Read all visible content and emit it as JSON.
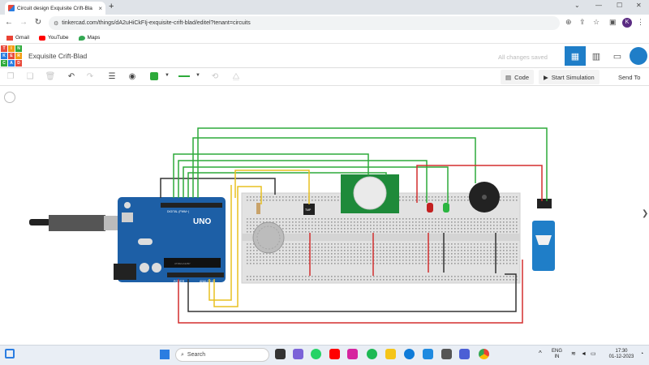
{
  "browser": {
    "tab_title": "Circuit design Exquisite Crift-Bla",
    "new_tab": "+",
    "url": "tinkercad.com/things/dA2uHiCkFIj-exquisite-crift-blad/editel?tenant=circuits",
    "avatar_letter": "K",
    "bookmarks": [
      {
        "label": "Gmail",
        "color": "#ea4335"
      },
      {
        "label": "YouTube",
        "color": "#ff0000"
      },
      {
        "label": "Maps",
        "color": "#34a853"
      }
    ]
  },
  "app": {
    "logo_letters": [
      "T",
      "I",
      "N",
      "K",
      "E",
      "R",
      "C",
      "A",
      "D"
    ],
    "logo_colors": [
      "#e84a3c",
      "#f39c12",
      "#2daa3a",
      "#2a7de1",
      "#e84a3c",
      "#f39c12",
      "#2daa3a",
      "#2a7de1",
      "#e84a3c"
    ],
    "design_name": "Exquisite Crift-Blad",
    "save_status": "All changes saved",
    "accent": "#1f7ec8"
  },
  "toolbar": {
    "code_label": "Code",
    "start_sim_label": "Start Simulation",
    "send_to_label": "Send To",
    "fill_color": "#2daa3a"
  },
  "board": {
    "brand": "UNO",
    "digital_label": "DIGITAL (PWM~)",
    "power_label": "POWER",
    "analog_label": "ANALOG IN",
    "ic_label": "ATMEGA328P",
    "tmp_label": "TMP"
  },
  "taskbar": {
    "search_placeholder": "Search",
    "lang_top": "ENG",
    "lang_bottom": "IN",
    "time": "17:30",
    "date": "01-12-2023"
  }
}
